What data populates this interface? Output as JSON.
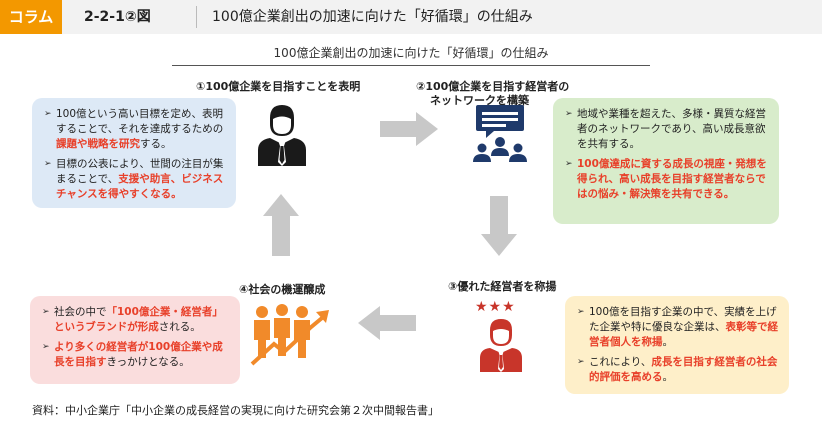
{
  "header": {
    "tag": "コラム",
    "figure_number": "2-2-1②図",
    "title": "100億企業創出の加速に向けた「好循環」の仕組み"
  },
  "diagram": {
    "subtitle": "100億企業創出の加速に向けた「好循環」の仕組み",
    "steps": {
      "s1": "①100億企業を目指すことを表明",
      "s2_line1": "②100億企業を目指す経営者の",
      "s2_line2": "ネットワークを構築",
      "s3": "③優れた経営者を称揚",
      "s4": "④社会の機運醸成"
    },
    "boxes": {
      "blue": {
        "b1_a": "100億という高い目標を定め、表明することで、それを達成するための",
        "b1_hl": "課題や戦略を研究",
        "b1_b": "する。",
        "b2_a": "目標の公表により、世間の注目が集まることで、",
        "b2_hl": "支援や助言、ビジネスチャンスを得やすくなる。"
      },
      "green": {
        "b1": "地域や業種を超えた、多様・異質な経営者のネットワークであり、高い成長意欲を共有する。",
        "b2_hl": "100億達成に資する成長の視座・発想を得られ、高い成長を目指す経営者ならではの悩み・解決策を共有できる。"
      },
      "yellow": {
        "b1_a": "100億を目指す企業の中で、実績を上げた企業や特に優良な企業は、",
        "b1_hl": "表彰等で経営者個人を称揚",
        "b1_b": "。",
        "b2_a": "これにより、",
        "b2_hl": "成長を目指す経営者の社会的評価を高める",
        "b2_b": "。"
      },
      "pink": {
        "b1_a": "社会の中で",
        "b1_hl": "「100億企業・経営者」というブランドが形成",
        "b1_b": "される。",
        "b2_hl": "より多くの経営者が100億企業や成長を目指す",
        "b2_b": "きっかけとなる。"
      }
    },
    "stars": "★★★",
    "icons": [
      "businessman-icon",
      "network-chat-icon",
      "award-businessman-icon",
      "team-growth-icon"
    ]
  },
  "source": "資料：中小企業庁「中小企業の成長経営の実現に向けた研究会第２次中間報告書」",
  "colors": {
    "tag": "#f39800",
    "highlight": "#e8402a",
    "arrow": "#c8c8c8",
    "navy": "#1f3a6b",
    "red_figure": "#c8352a",
    "orange_people": "#f18a2a"
  }
}
